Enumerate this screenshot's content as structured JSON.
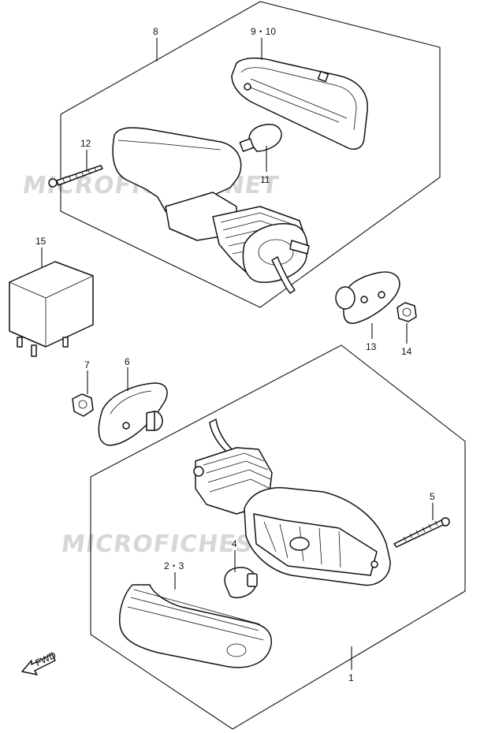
{
  "watermarks": [
    "MICROFICHES.NET",
    "MICROFICHES.NET"
  ],
  "callouts": [
    {
      "key": "c8",
      "text": "8"
    },
    {
      "key": "c9_10",
      "text": "9・10"
    },
    {
      "key": "c12",
      "text": "12"
    },
    {
      "key": "c11",
      "text": "11"
    },
    {
      "key": "c15",
      "text": "15"
    },
    {
      "key": "c13",
      "text": "13"
    },
    {
      "key": "c14",
      "text": "14"
    },
    {
      "key": "c7",
      "text": "7"
    },
    {
      "key": "c6",
      "text": "6"
    },
    {
      "key": "c5",
      "text": "5"
    },
    {
      "key": "c4",
      "text": "4"
    },
    {
      "key": "c2_3",
      "text": "2・3"
    },
    {
      "key": "c1",
      "text": "1"
    }
  ],
  "fwd_label": "FWD"
}
